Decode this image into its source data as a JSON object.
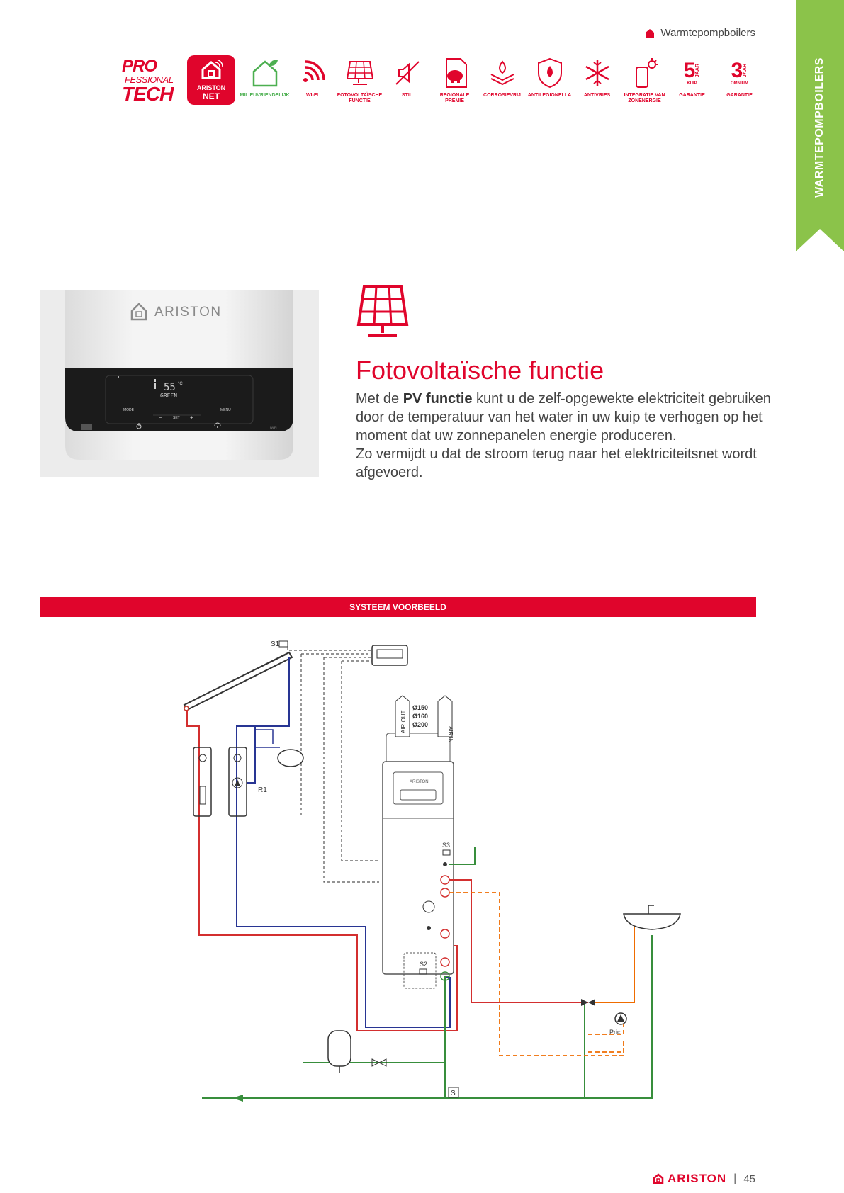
{
  "header": {
    "breadcrumb": "Warmtepompboilers",
    "side_tab": "WARMTEPOMPBOILERS"
  },
  "logos": {
    "pro_line1": "PRO",
    "pro_line2": "FESSIONAL",
    "pro_line3": "TECH",
    "net_line1": "ARISTON",
    "net_line2": "NET"
  },
  "features": [
    {
      "label": "MILIEUVRIENDELIJK",
      "icon": "house-leaf-icon"
    },
    {
      "label": "Wi-Fi",
      "icon": "wifi-icon"
    },
    {
      "label": "FOTOVOLTAÏSCHE FUNCTIE",
      "icon": "solar-panel-icon"
    },
    {
      "label": "STIL",
      "icon": "mute-icon"
    },
    {
      "label": "REGIONALE PREMIE",
      "icon": "piggy-bank-icon"
    },
    {
      "label": "CORROSIEVRIJ",
      "icon": "anticorrosion-icon"
    },
    {
      "label": "ANTILEGIONELLA",
      "icon": "shield-drop-icon"
    },
    {
      "label": "ANTIVRIES",
      "icon": "snowflake-icon"
    },
    {
      "label": "INTEGRATIE VAN ZONENERGIE",
      "icon": "sun-tank-icon"
    },
    {
      "label": "GARANTIE",
      "icon": "warranty-5-icon",
      "num": "5",
      "unit": "JAAR",
      "sub": "KUIP"
    },
    {
      "label": "GARANTIE",
      "icon": "warranty-3-icon",
      "num": "3",
      "unit": "JAAR",
      "sub": "OMNIUM"
    }
  ],
  "product": {
    "brand": "ARISTON",
    "display_temp": "55",
    "display_unit": "°C",
    "display_mode": "GREEN",
    "btn_mode": "MODE",
    "btn_menu": "MENU",
    "btn_minus": "−",
    "btn_set": "SET",
    "btn_plus": "+",
    "label_wifi": "Wi-Fi"
  },
  "pv": {
    "title": "Fotovoltaïsche functie",
    "text_prefix": "Met de ",
    "text_bold": "PV functie",
    "text_rest": " kunt u de zelf-opgewekte elektriciteit gebruiken door de temperatuur van het water in uw kuip te verhogen op het moment dat uw zonnepanelen energie produceren.",
    "text_line2": "Zo vermijdt u dat de stroom terug naar het elektriciteitsnet wordt afgevoerd."
  },
  "system": {
    "bar_label": "SYSTEEM VOORBEELD",
    "labels": {
      "s1": "S1",
      "s2": "S2",
      "s3": "S3",
      "r1": "R1",
      "s": "S",
      "pric": "Pric",
      "d150": "Ø150",
      "d160": "Ø160",
      "d200": "Ø200",
      "air_out": "AIR OUT",
      "air_in": "AIR IN",
      "tank_brand": "ARISTON"
    }
  },
  "footer": {
    "brand": "ARISTON",
    "sep": "|",
    "page": "45"
  },
  "colors": {
    "red": "#e0052c",
    "green": "#8bc34a"
  }
}
